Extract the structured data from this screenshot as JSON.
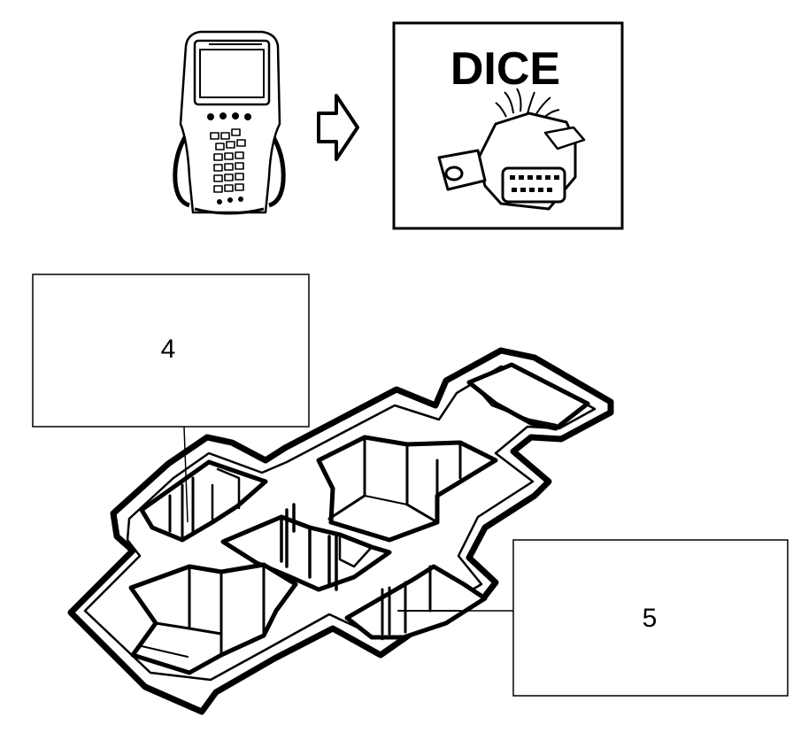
{
  "dice_panel": {
    "title": "DICE"
  },
  "callouts": [
    {
      "number": "4"
    },
    {
      "number": "5"
    }
  ],
  "colors": {
    "ink": "#000000",
    "paper": "#ffffff"
  },
  "icons": [
    "scan-tool-icon",
    "arrow-right-icon",
    "dice-connector-icon",
    "storage-tray-icon"
  ]
}
